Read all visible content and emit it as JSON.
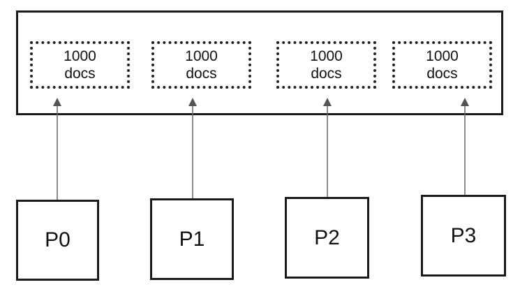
{
  "colors": {
    "stroke": "#1a1a1a",
    "arrow": "#555555",
    "background": "#ffffff"
  },
  "chunks": [
    {
      "line1": "1000",
      "line2": "docs"
    },
    {
      "line1": "1000",
      "line2": "docs"
    },
    {
      "line1": "1000",
      "line2": "docs"
    },
    {
      "line1": "1000",
      "line2": "docs"
    }
  ],
  "processes": [
    {
      "label": "P0"
    },
    {
      "label": "P1"
    },
    {
      "label": "P2"
    },
    {
      "label": "P3"
    }
  ]
}
